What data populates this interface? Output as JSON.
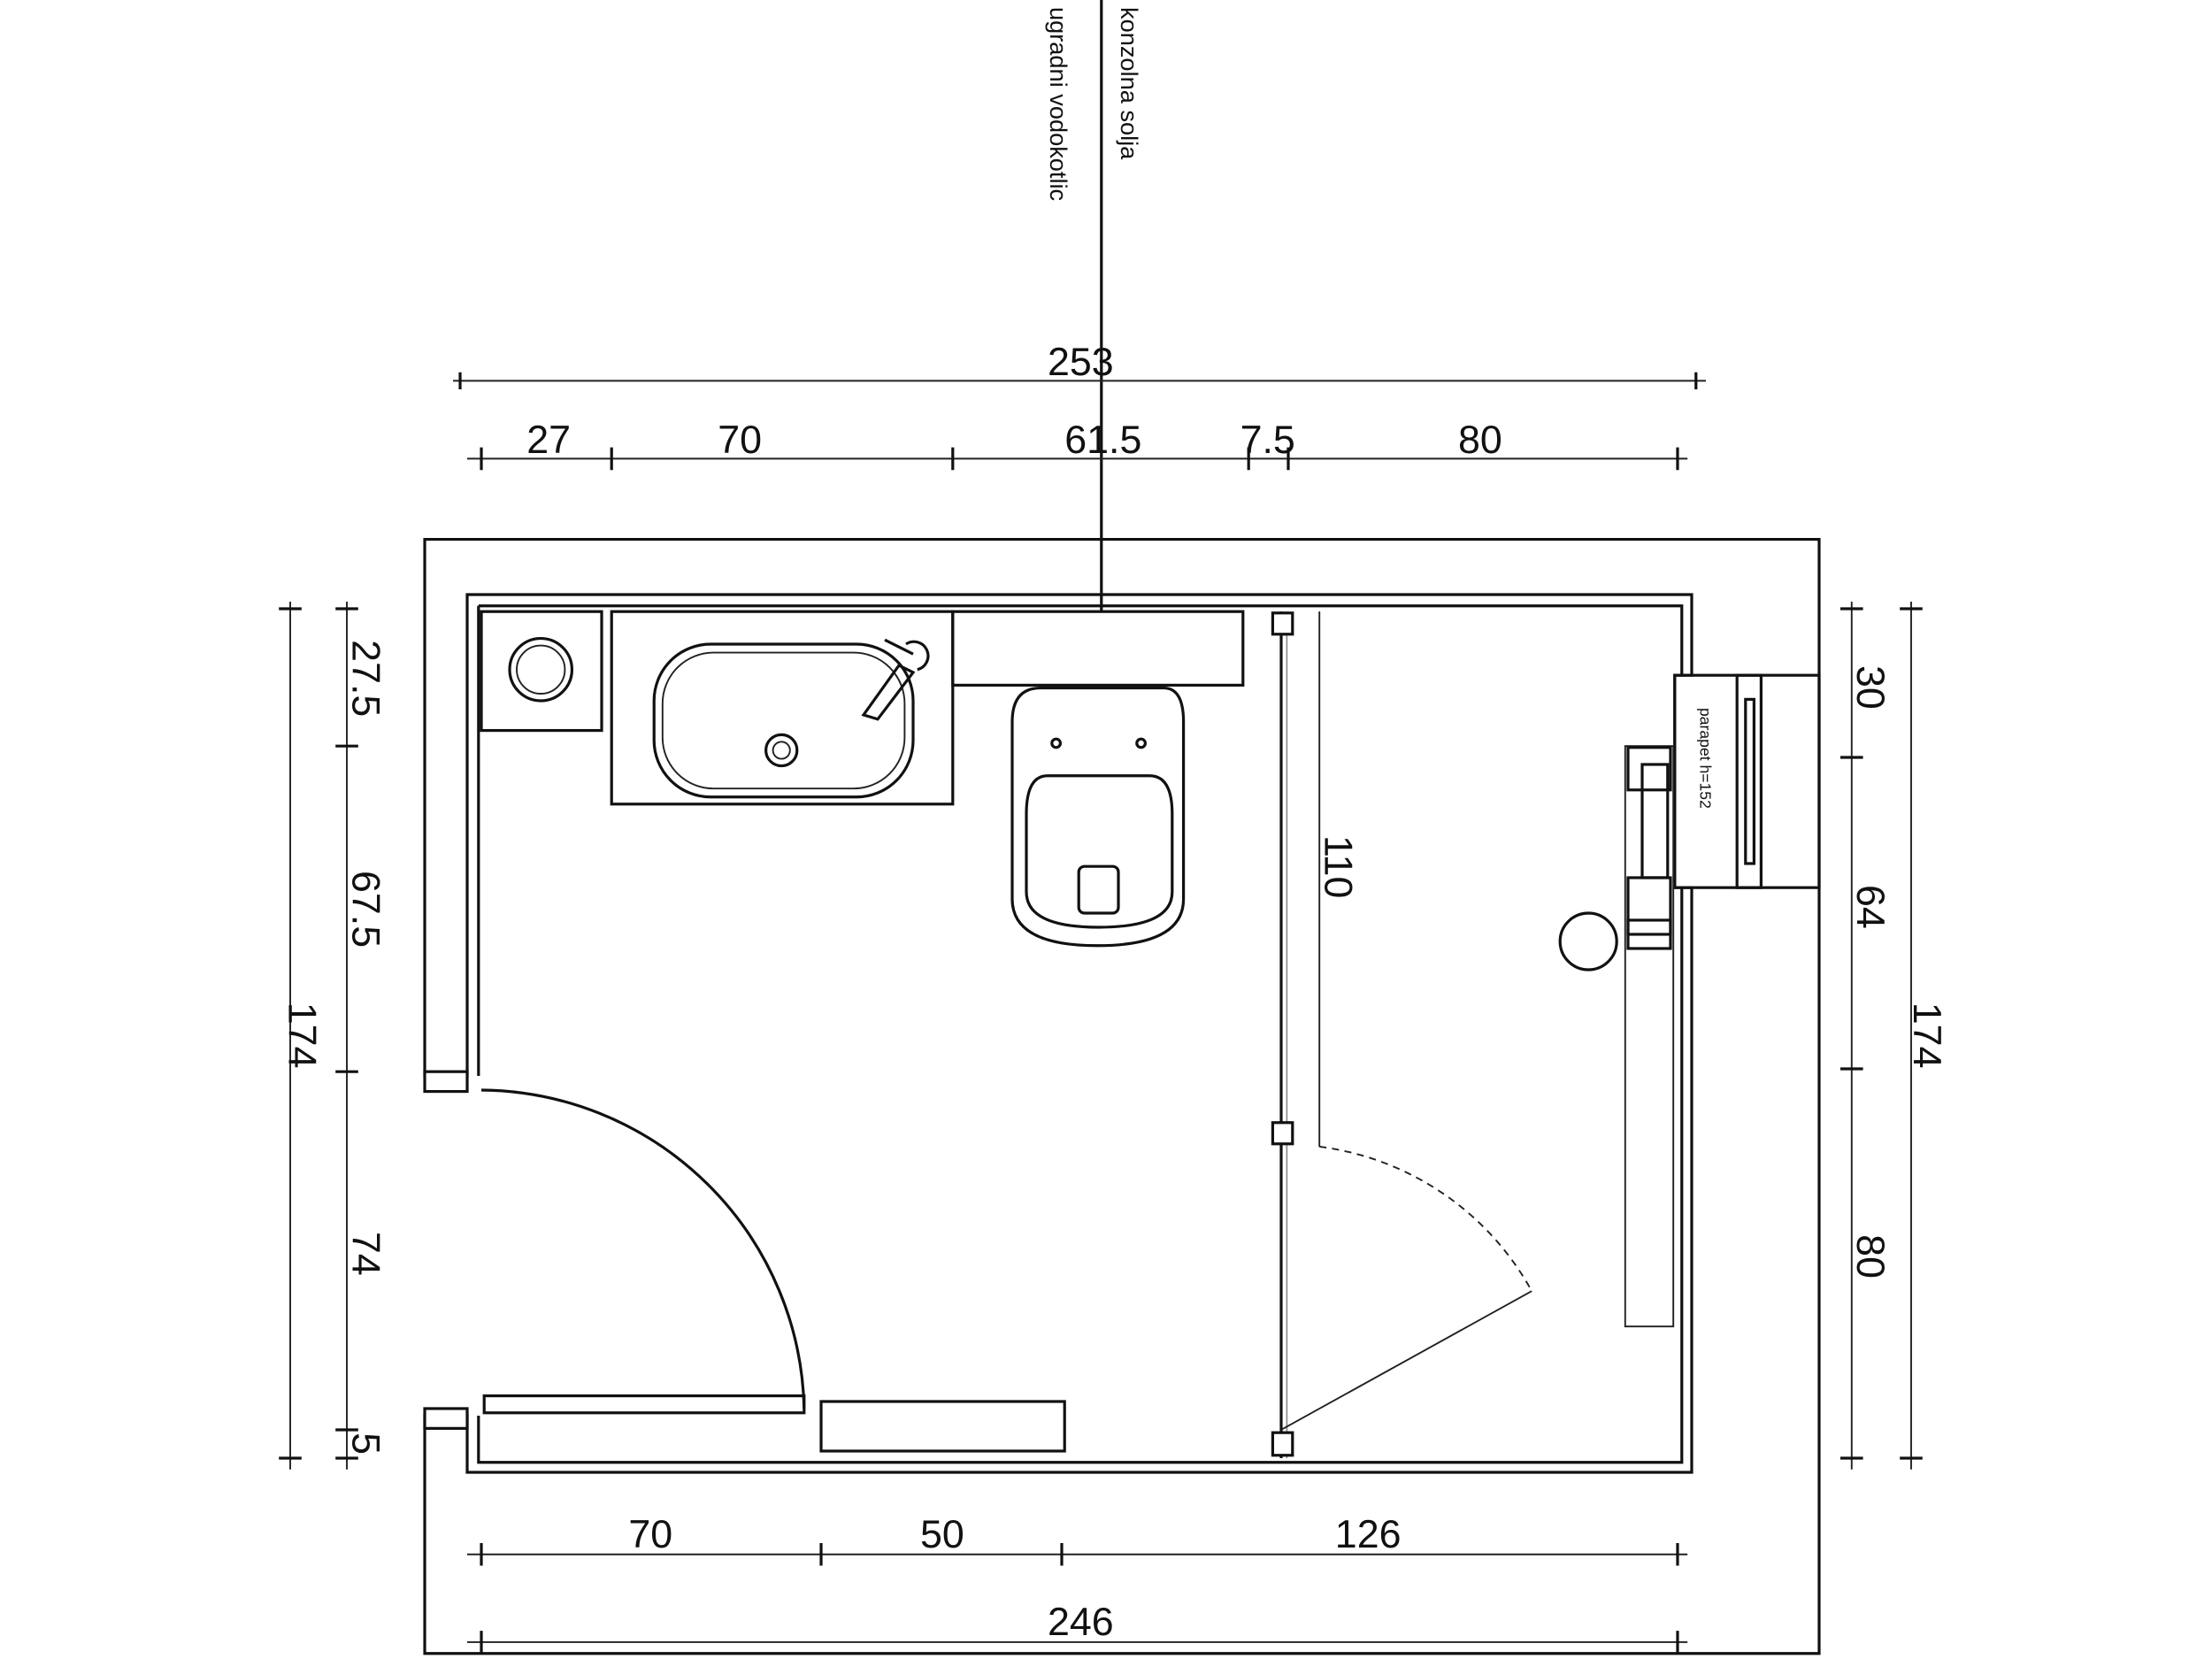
{
  "annotations": {
    "leader_1": "konzolna solja",
    "leader_2": "ugradni vodokotlic",
    "window": "parapet h=152"
  },
  "dimensions": {
    "top_total": "253",
    "top_segments": [
      "27",
      "70",
      "61.5",
      "7.5",
      "80"
    ],
    "left_total": "174",
    "left_segments": [
      "27.5",
      "67.5",
      "74",
      "5"
    ],
    "right_total": "174",
    "right_segments": [
      "30",
      "64",
      "80"
    ],
    "bottom_segments": [
      "70",
      "50",
      "126"
    ],
    "bottom_total": "246",
    "partition_depth": "110"
  }
}
